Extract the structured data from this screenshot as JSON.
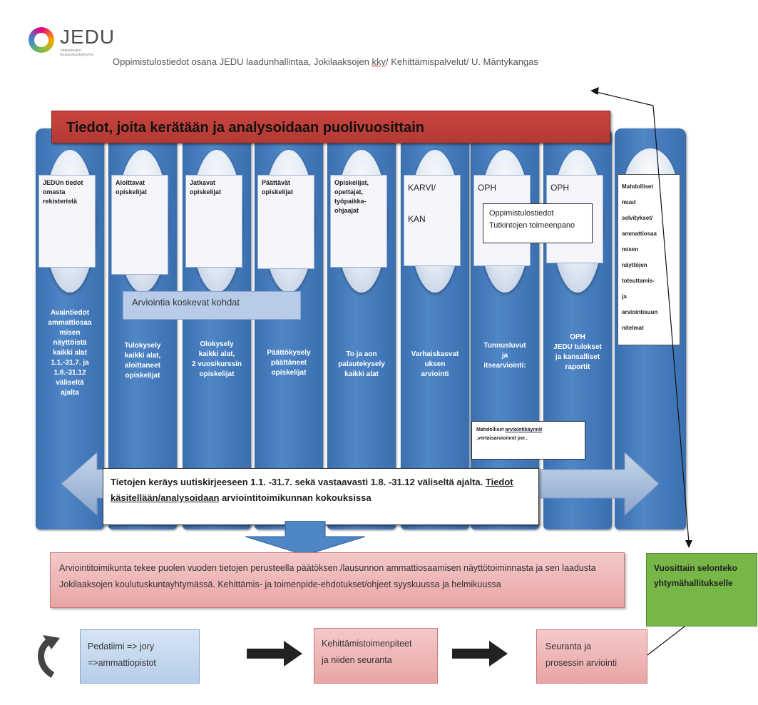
{
  "header": {
    "logo": "JEDU",
    "logo_sub": "Jokilaaksojen koulutuskuntayhtymä",
    "line_part1": "Oppimistulostiedot osana JEDU laadunhallintaa, Jokilaaksojen ",
    "line_kky": "kky",
    "line_part2": "/ Kehittämispalvelut/ U. Mäntykangas"
  },
  "banner": "Tiedot, joita kerätään ja analysoidaan  puolivuosittain",
  "columns": [
    {
      "card": [
        "JEDUn tiedot",
        "omasta",
        "rekisteristä"
      ],
      "text": [
        "Avaintiedot",
        "ammattiosaa",
        "misen",
        "näyttöistä",
        "kaikki alat",
        "1.1.-31.7. ja",
        "1.8.-31.12",
        "väliseltä",
        "ajalta"
      ]
    },
    {
      "card": [
        "Aloittavat",
        "opiskelijat"
      ],
      "text": [
        "Tulokysely",
        "kaikki alat,",
        "aloittaneet",
        "opiskelijat"
      ]
    },
    {
      "card": [
        "Jatkavat",
        "opiskelijat"
      ],
      "text": [
        "Olokysely",
        "kaikki alat,",
        "2 vuosikurssin",
        "opiskelijat"
      ]
    },
    {
      "card": [
        "Päättävät",
        "opiskelijat"
      ],
      "text": [
        "Päättökysely",
        "päättäneet",
        "opiskelijat"
      ]
    },
    {
      "card": [
        "Opiskelijat,",
        "opettajat,",
        "työpaikka-",
        "ohjaajat"
      ],
      "text": [
        "To ja aon",
        "palautekysely",
        "kaikki alat"
      ]
    },
    {
      "card": [
        "KARVI/",
        "",
        "KAN"
      ],
      "text": [
        "Varhaiskasvat",
        "uksen",
        "arviointi"
      ]
    },
    {
      "card": [
        "OPH"
      ],
      "text": [
        "Tunnusluvut",
        "ja",
        "itsearviointi:"
      ]
    },
    {
      "card": [
        "OPH"
      ],
      "text": [
        "OPH",
        "JEDU tulokset",
        "ja kansalliset",
        "raportit"
      ]
    }
  ],
  "oph_popup": [
    "Oppimistulostiedot",
    "Tutkintojen toimeenpano"
  ],
  "arviointia_label": "Arviointia koskevat kohdat",
  "mahdolliset_small_1": "Mahdolliset ",
  "mahdolliset_small_link": "arviointikäynnit",
  "mahdolliset_small_2": ",vertaisarvioinnit jne..",
  "side_card": [
    "Mahdolliset",
    "muut",
    "selvitykset/",
    "ammattiosaa",
    "misen",
    "näyttöjen",
    "toteuttamis-",
    "ja",
    "arviointisuun",
    "nitelmat"
  ],
  "arrow_text_1": "Tietojen keräys uutiskirjeeseen 1.1. -31.7. sekä vastaavasti 1.8. -31.12 väliseltä ajalta.  ",
  "arrow_text_link1": "Tiedot",
  "arrow_text_link2": "käsitellään/analysoidaan",
  "arrow_text_2": " arviointitoimikunnan kokouksissa",
  "decision_text": "Arviointitoimikunta tekee puolen vuoden tietojen perusteella päätöksen /lausunnon ammattiosaamisen näyttötoiminnasta ja sen laadusta Jokilaaksojen koulutuskuntayhtymässä. Kehittämis- ja toimenpide-ehdotukset/ohjeet syyskuussa ja helmikuussa",
  "green_box": "Vuosittain selonteko yhtymähallitukselle",
  "flow": {
    "box1": [
      "Pedatiimi => jory",
      "=>ammattiopistot"
    ],
    "box2": [
      "Kehittämistoimenpiteet",
      "ja niiden seuranta"
    ],
    "box3": [
      "Seuranta ja",
      "prosessin arviointi"
    ]
  },
  "colors": {
    "column": "#3a6fb0",
    "banner": "#c0413b",
    "pink": "#eeb3b3",
    "green": "#77b747"
  }
}
